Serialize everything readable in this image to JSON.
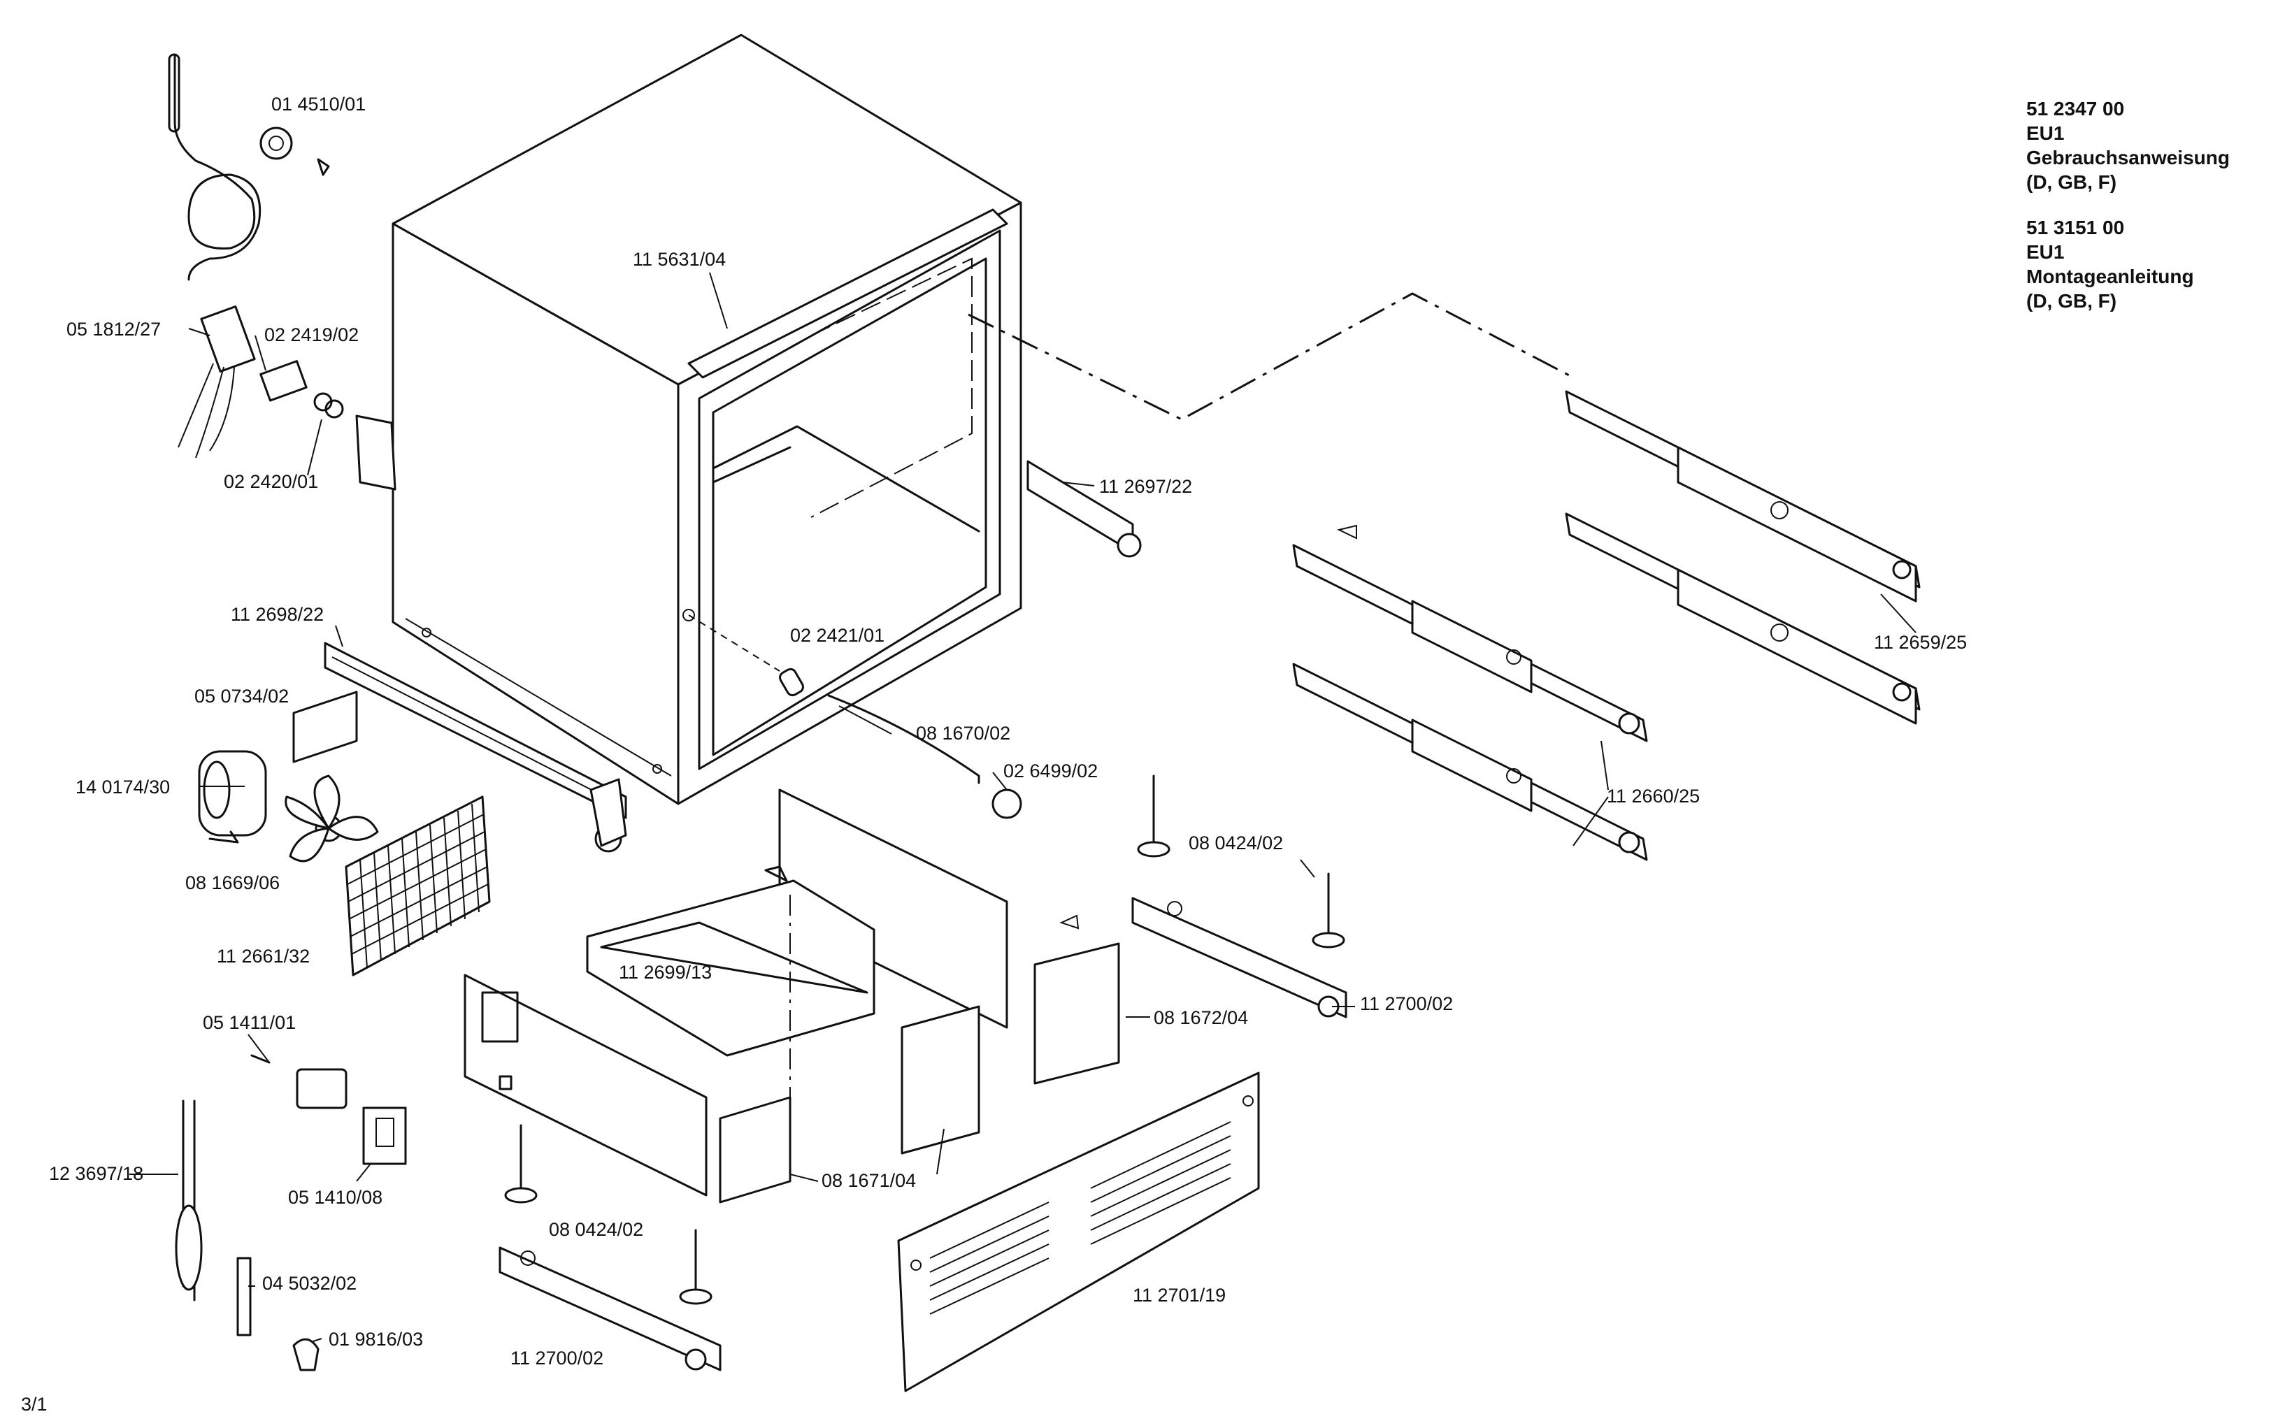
{
  "part_labels": [
    {
      "id": "p01",
      "text": "01 4510/01"
    },
    {
      "id": "p02",
      "text": "05 1812/27"
    },
    {
      "id": "p03",
      "text": "02 2419/02"
    },
    {
      "id": "p04",
      "text": "02 2420/01"
    },
    {
      "id": "p05",
      "text": "11 5631/04"
    },
    {
      "id": "p06",
      "text": "11 2697/22"
    },
    {
      "id": "p07",
      "text": "11 2698/22"
    },
    {
      "id": "p08",
      "text": "05 0734/02"
    },
    {
      "id": "p09",
      "text": "14 0174/30"
    },
    {
      "id": "p10",
      "text": "08 1669/06"
    },
    {
      "id": "p11",
      "text": "11 2661/32"
    },
    {
      "id": "p12",
      "text": "02 2421/01"
    },
    {
      "id": "p13",
      "text": "08 1670/02"
    },
    {
      "id": "p14",
      "text": "02 6499/02"
    },
    {
      "id": "p15",
      "text": "08 0424/02"
    },
    {
      "id": "p16",
      "text": "11 2659/25"
    },
    {
      "id": "p17",
      "text": "11 2660/25"
    },
    {
      "id": "p18",
      "text": "11 2699/13"
    },
    {
      "id": "p19",
      "text": "11 2700/02"
    },
    {
      "id": "p20",
      "text": "08 1672/04"
    },
    {
      "id": "p21",
      "text": "05 1411/01"
    },
    {
      "id": "p22",
      "text": "05 1410/08"
    },
    {
      "id": "p23",
      "text": "12 3697/18"
    },
    {
      "id": "p24",
      "text": "08 1671/04"
    },
    {
      "id": "p25",
      "text": "08 0424/02"
    },
    {
      "id": "p26",
      "text": "04 5032/02"
    },
    {
      "id": "p27",
      "text": "01 9816/03"
    },
    {
      "id": "p28",
      "text": "11 2700/02"
    },
    {
      "id": "p29",
      "text": "11 2701/19"
    }
  ],
  "documents": [
    {
      "number": "51 2347 00",
      "region": "EU1",
      "title": "Gebrauchsanweisung",
      "languages": "(D, GB, F)"
    },
    {
      "number": "51 3151 00",
      "region": "EU1",
      "title": "Montageanleitung",
      "languages": "(D, GB, F)"
    }
  ],
  "page_number": "3/1"
}
